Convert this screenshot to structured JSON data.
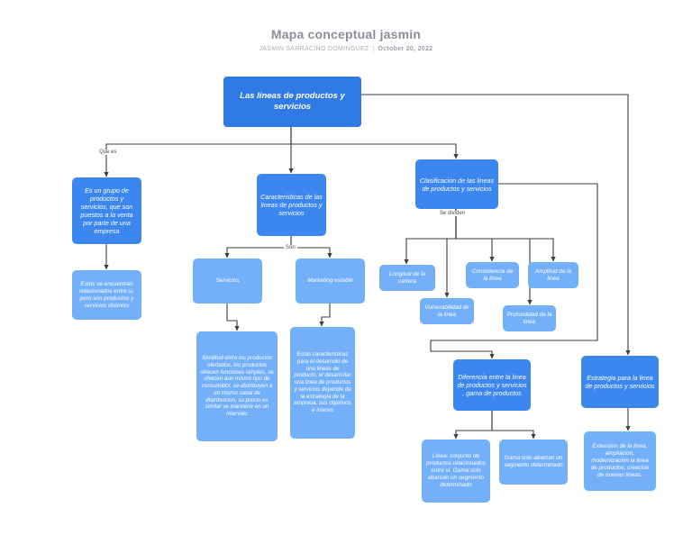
{
  "header": {
    "title": "Mapa conceptual jasmin",
    "author": "JASMIN SARRACINO DOMINGUEZ",
    "separator": "|",
    "date": "October 20, 2022"
  },
  "colors": {
    "root": "#2f7ae5",
    "branch": "#3b87ef",
    "leaf": "#74b0f9",
    "connector": "#3d3d3d",
    "title": "#8a8f9a",
    "subtitle": "#a9aeb8",
    "background": "#ffffff",
    "page": "#f0f0f0"
  },
  "chart_data": {
    "type": "diagram",
    "diagram_type": "concept-map",
    "title": "Mapa conceptual jasmin",
    "nodes": [
      {
        "id": "root",
        "label": "Las lineas de productos y servicios",
        "level": 0
      },
      {
        "id": "que_es_box",
        "label": "Es un grupo de productos y servicios, que son puestos a la venta por parte de una empresa",
        "level": 1
      },
      {
        "id": "relacionados",
        "label": "Estos se encuentran relacionados entre si, pero son productos y servicios distintos",
        "level": 2
      },
      {
        "id": "caracteristicas",
        "label": "Caracteristicas de las lineas de productos y servicios",
        "level": 1
      },
      {
        "id": "servicios",
        "label": "Servicios",
        "level": 2
      },
      {
        "id": "marketing",
        "label": "Marketing estable",
        "level": 2
      },
      {
        "id": "similitud",
        "label": "Similitud entre los productos ofertados, los productos ofrecen funciones simples, se ofrecen aun mismo tipo de consumidor, se distribuyen a un mismo canal de distribuicion, su precio es similar se mantiene en un intervalo",
        "level": 3
      },
      {
        "id": "estas_caract",
        "label": "Estas caracteristicas para el desarrollo de una lineas de producto, el desarrollar una linea de productos y servicios depende de la estrategia de la empresa, sus objetivos e interes",
        "level": 3
      },
      {
        "id": "clasificacion",
        "label": "Clasificacion de las lineas de productos y servicios",
        "level": 1
      },
      {
        "id": "longitud",
        "label": "Longitud de la cartera",
        "level": 2
      },
      {
        "id": "vulnerabilidad",
        "label": "Vulnerabilidad de la linea",
        "level": 2
      },
      {
        "id": "consistencia",
        "label": "Consistencia de la linea",
        "level": 2
      },
      {
        "id": "profundidad",
        "label": "Profundidad de la linea",
        "level": 2
      },
      {
        "id": "amplitud",
        "label": "Amplitud de la linea",
        "level": 2
      },
      {
        "id": "diferencia",
        "label": "Diferencia entre la linea de productos y servicios , gama de productos",
        "level": 2
      },
      {
        "id": "linea_conjunto",
        "label": "Linea: conjunto de productos relacionados entre si. Gama:solo abarcan un segmento determinado",
        "level": 3
      },
      {
        "id": "gama_solo",
        "label": "Gama:solo abarcan un segmento determinado",
        "level": 3
      },
      {
        "id": "estrategia",
        "label": "Estrategia para la linea de productos y servicios",
        "level": 1
      },
      {
        "id": "extension",
        "label": "Extension de la linea, ampliacion, modernizacion la linea de productos, creacion de nuevas lineas.",
        "level": 2
      }
    ],
    "edge_labels": [
      {
        "id": "que_es",
        "label": "Que es"
      },
      {
        "id": "son",
        "label": "Son"
      },
      {
        "id": "se_dividen",
        "label": "Se dividen"
      }
    ],
    "edges": [
      {
        "from": "root",
        "to": "que_es_box",
        "label": "Que es"
      },
      {
        "from": "que_es_box",
        "to": "relacionados",
        "label": ""
      },
      {
        "from": "root",
        "to": "caracteristicas",
        "label": ""
      },
      {
        "from": "caracteristicas",
        "to": "servicios",
        "label": "Son"
      },
      {
        "from": "caracteristicas",
        "to": "marketing",
        "label": "Son"
      },
      {
        "from": "servicios",
        "to": "similitud",
        "label": ""
      },
      {
        "from": "marketing",
        "to": "estas_caract",
        "label": ""
      },
      {
        "from": "root",
        "to": "clasificacion",
        "label": ""
      },
      {
        "from": "clasificacion",
        "to": "longitud",
        "label": "Se dividen"
      },
      {
        "from": "clasificacion",
        "to": "vulnerabilidad",
        "label": "Se dividen"
      },
      {
        "from": "clasificacion",
        "to": "consistencia",
        "label": "Se dividen"
      },
      {
        "from": "clasificacion",
        "to": "profundidad",
        "label": "Se dividen"
      },
      {
        "from": "clasificacion",
        "to": "amplitud",
        "label": "Se dividen"
      },
      {
        "from": "clasificacion",
        "to": "diferencia",
        "label": ""
      },
      {
        "from": "diferencia",
        "to": "linea_conjunto",
        "label": ""
      },
      {
        "from": "diferencia",
        "to": "gama_solo",
        "label": ""
      },
      {
        "from": "root",
        "to": "estrategia",
        "label": ""
      },
      {
        "from": "estrategia",
        "to": "extension",
        "label": ""
      }
    ]
  }
}
